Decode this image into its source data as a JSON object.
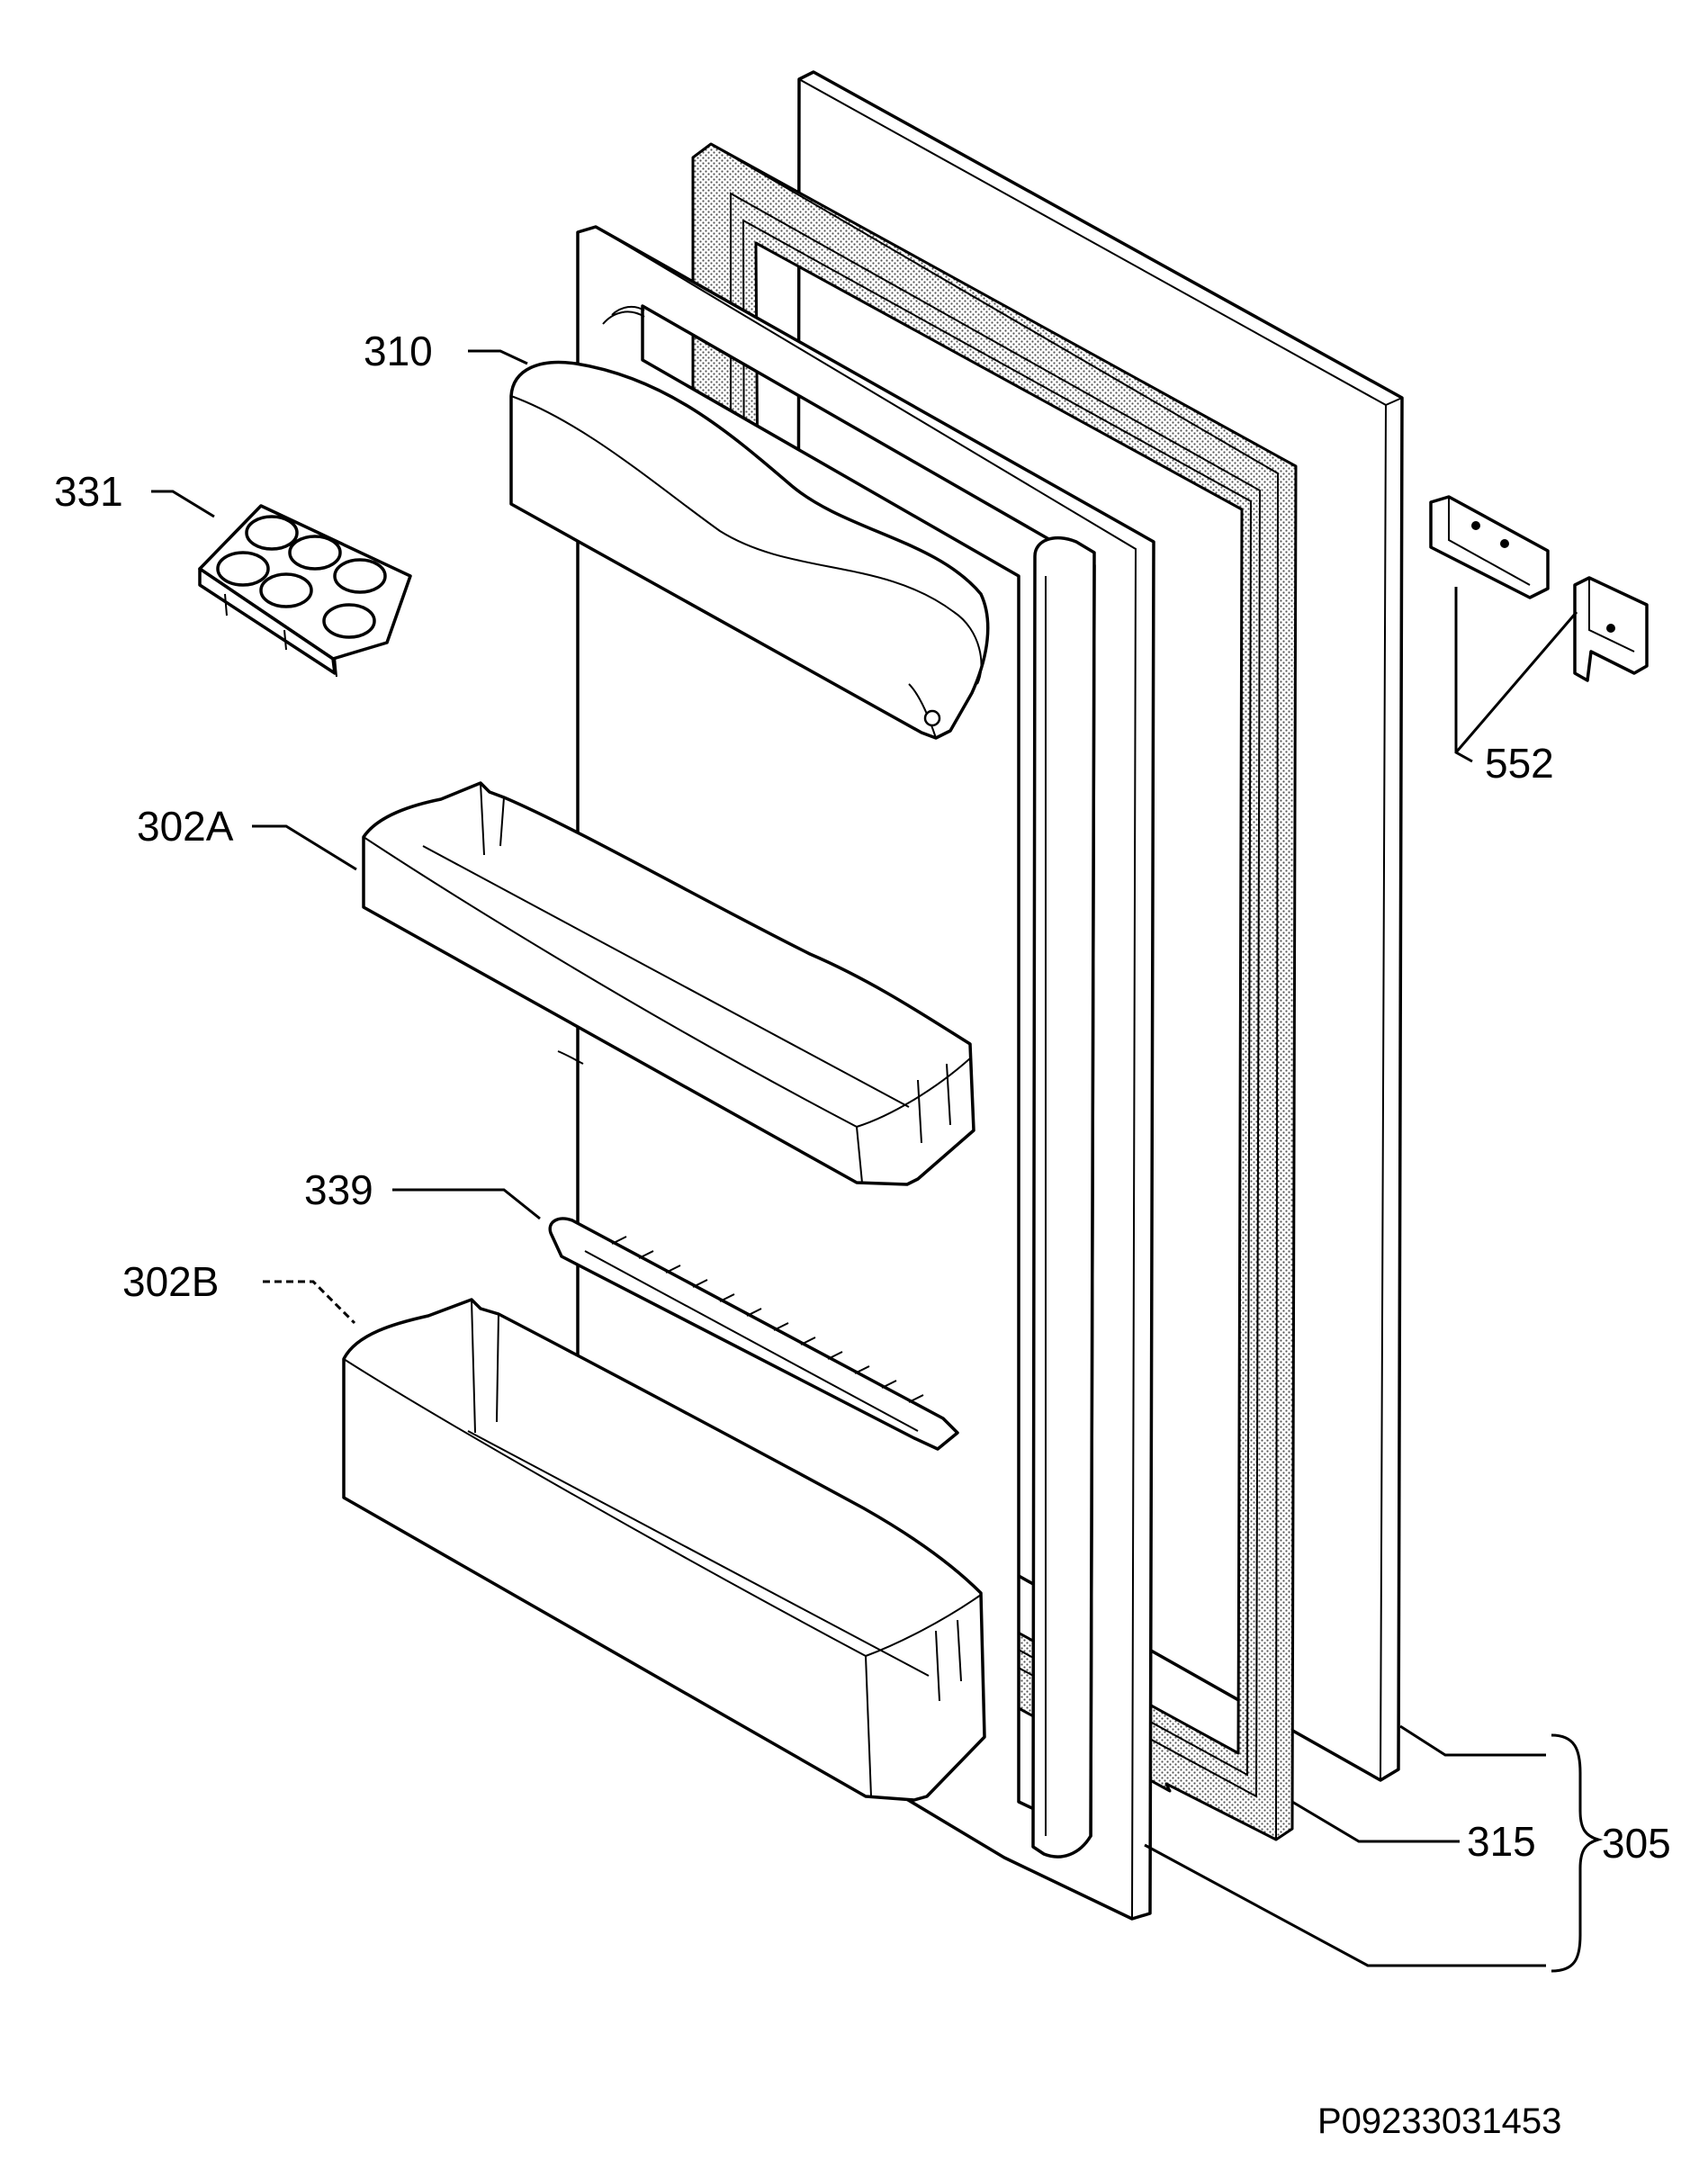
{
  "diagram": {
    "drawing_code": "P09233031453",
    "callouts": {
      "shelf_top": "310",
      "egg_tray": "331",
      "door_shelf_a": "302A",
      "bottle_retainer": "339",
      "door_shelf_b": "302B",
      "hinges": "552",
      "gasket": "315",
      "door_assembly": "305"
    }
  }
}
